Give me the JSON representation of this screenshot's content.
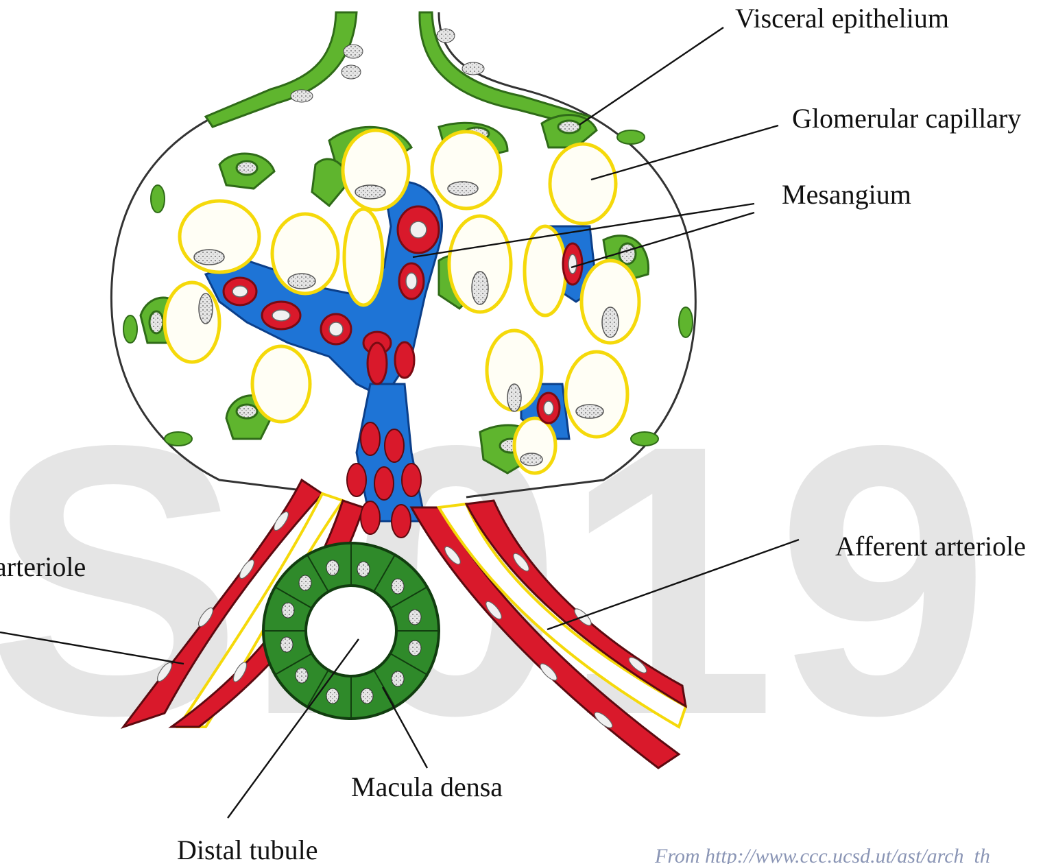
{
  "labels": {
    "visceral_epithelium": "Visceral epithelium",
    "glomerular_capillary": "Glomerular capillary",
    "mesangium": "Mesangium",
    "afferent_arteriole": "Afferent arteriole",
    "efferent_arteriole_partial": "arteriole",
    "macula_densa": "Macula densa",
    "distal_tubule": "Distal tubule"
  },
  "watermark": "S.019",
  "source_partial": "From http://www.ccc.ucsd.ut/ast/arch_th",
  "colors": {
    "epithelium": "#5fb52e",
    "capillary_fill": "#fffef5",
    "capillary_rim": "#f5d90a",
    "mesangium": "#1e74d6",
    "arteriole_wall": "#d9192b",
    "tubule": "#1f6b1c",
    "nucleus": "#d4d4d4"
  }
}
